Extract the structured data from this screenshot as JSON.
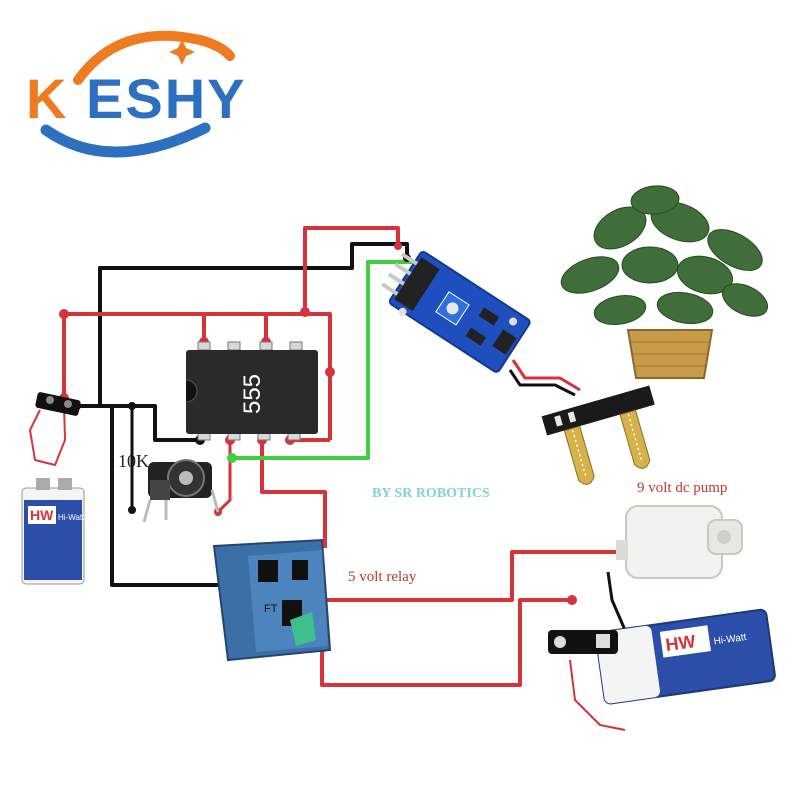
{
  "logo": {
    "text": "KESHY"
  },
  "ic": {
    "label": "555"
  },
  "labels": {
    "resistor": "10K",
    "credit": "BY SR ROBOTICS",
    "pump": "9 volt dc pump",
    "relay": "5 volt relay",
    "relay_marking": "FT"
  },
  "battery": {
    "brand": "HW",
    "brand_text": "Hi-Watt"
  },
  "colors": {
    "wire_red": "#d6333b",
    "wire_black": "#111111",
    "wire_green": "#3fcf3f",
    "logo_orange": "#ee7a22",
    "logo_blue": "#2d6fc1",
    "relay_blue": "#3b6fa6",
    "sensor_blue": "#1f4fbf",
    "credit_cyan": "#7fd4d8"
  },
  "icons": [
    "battery-icon",
    "battery-snap-icon",
    "potentiometer-icon",
    "relay-icon",
    "soil-sensor-probe-icon",
    "sensor-module-icon",
    "pump-icon",
    "plant-icon"
  ]
}
